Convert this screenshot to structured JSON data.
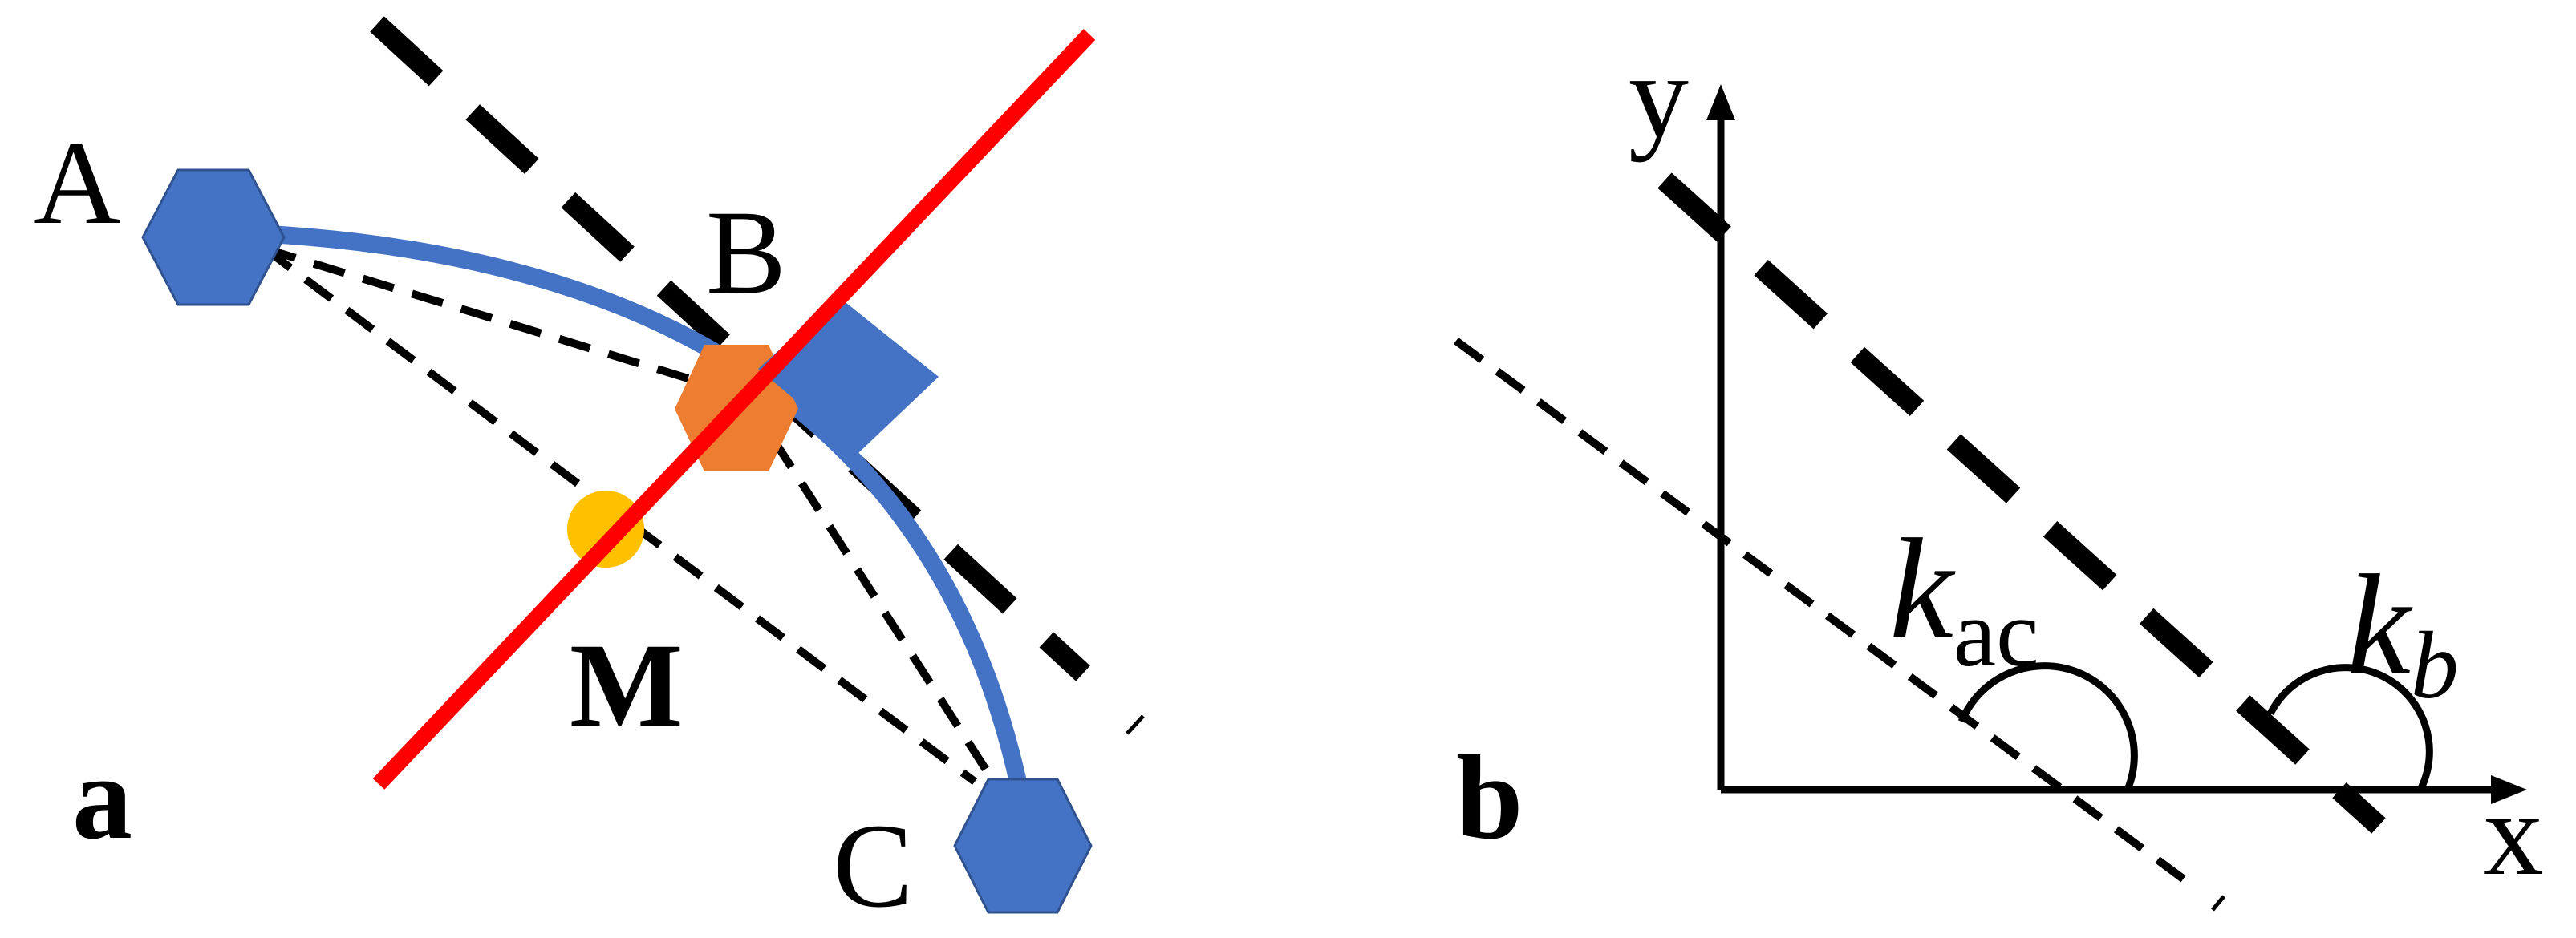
{
  "panel_a": {
    "tag": "a",
    "points": {
      "A": "A",
      "B": "B",
      "C": "C",
      "M": "M"
    }
  },
  "panel_b": {
    "tag": "b",
    "x_axis": "x",
    "y_axis": "y",
    "k_ac_base": "k",
    "k_ac_sub": "ac",
    "k_b_base": "k",
    "k_b_sub": "b"
  },
  "colors": {
    "hexagon": "#4472C4",
    "arc": "#4472C4",
    "square": "#4472C4",
    "orange_node": "#ED7D31",
    "midpoint": "#FFC000",
    "perpendicular": "#FF0000",
    "lines": "#000000"
  }
}
